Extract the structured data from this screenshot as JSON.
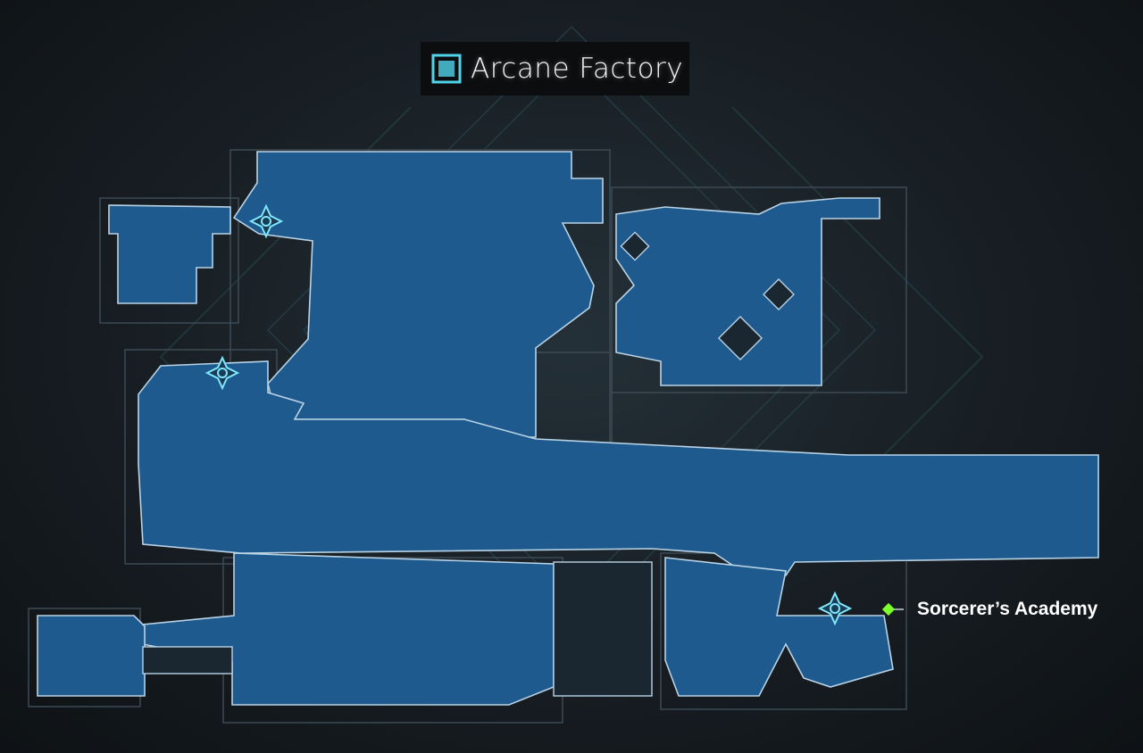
{
  "area": {
    "title": "Arcane Factory",
    "icon": "area-emblem-icon"
  },
  "destination": {
    "label": "Sorcerer’s Academy",
    "marker_color": "#7cff2a"
  },
  "save_points": [
    {
      "name": "save-point-north"
    },
    {
      "name": "save-point-west"
    },
    {
      "name": "save-point-east"
    }
  ],
  "colors": {
    "room_fill": "#1e5a8e",
    "room_outline": "#b9d3e6",
    "save_glow": "#7fe8ff"
  }
}
